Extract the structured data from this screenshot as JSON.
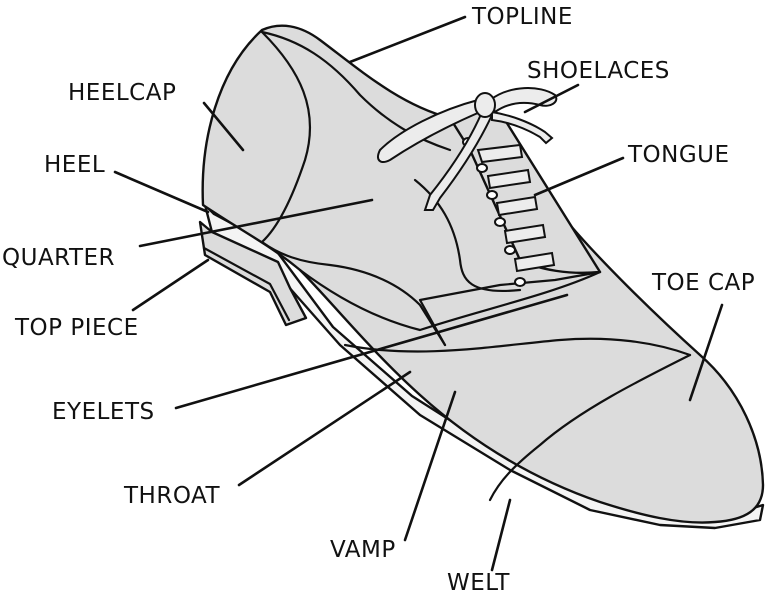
{
  "labels": {
    "topline": "TOPLINE",
    "shoelaces": "SHOELACES",
    "heelcap": "HEELCAP",
    "tongue": "TONGUE",
    "heel": "HEEL",
    "quarter": "QUARTER",
    "toe_cap": "TOE CAP",
    "top_piece": "TOP PIECE",
    "eyelets": "EYELETS",
    "throat": "THROAT",
    "vamp": "VAMP",
    "welt": "WELT"
  },
  "colors": {
    "leather": "#dcdcdc",
    "outline": "#111111",
    "sole": "#f4f4f4"
  }
}
